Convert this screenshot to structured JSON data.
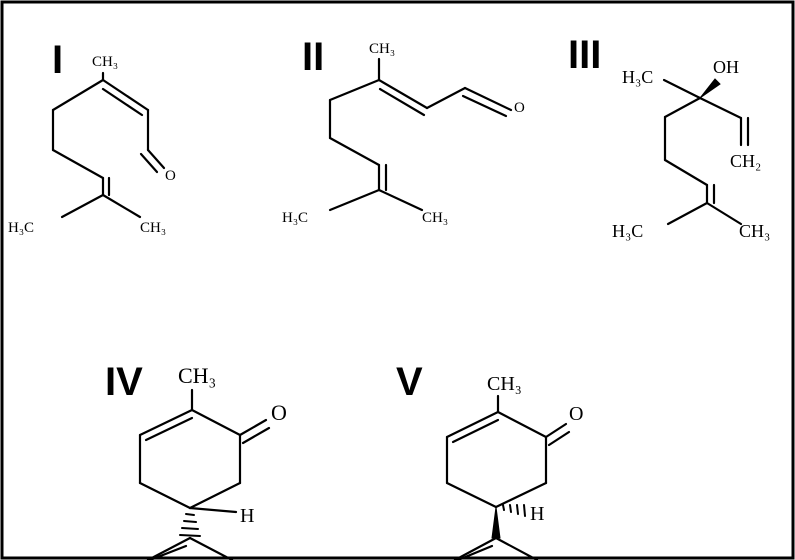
{
  "compounds": [
    {
      "numeral": "I",
      "atoms": {
        "ch3_top": "CH₃",
        "o": "O",
        "h3c": "H₃C",
        "ch3_right": "CH₃"
      }
    },
    {
      "numeral": "II",
      "atoms": {
        "ch3_top": "CH₃",
        "o": "O",
        "h3c": "H₃C",
        "ch3_right": "CH₃"
      }
    },
    {
      "numeral": "III",
      "atoms": {
        "h3c_top": "H₃C",
        "oh": "OH",
        "ch2": "CH₂",
        "h3c": "H₃C",
        "ch3_right": "CH₃"
      }
    },
    {
      "numeral": "IV",
      "atoms": {
        "ch3": "CH₃",
        "o": "O",
        "h": "H"
      }
    },
    {
      "numeral": "V",
      "atoms": {
        "ch3": "CH₃",
        "o": "O",
        "h": "H"
      }
    }
  ]
}
